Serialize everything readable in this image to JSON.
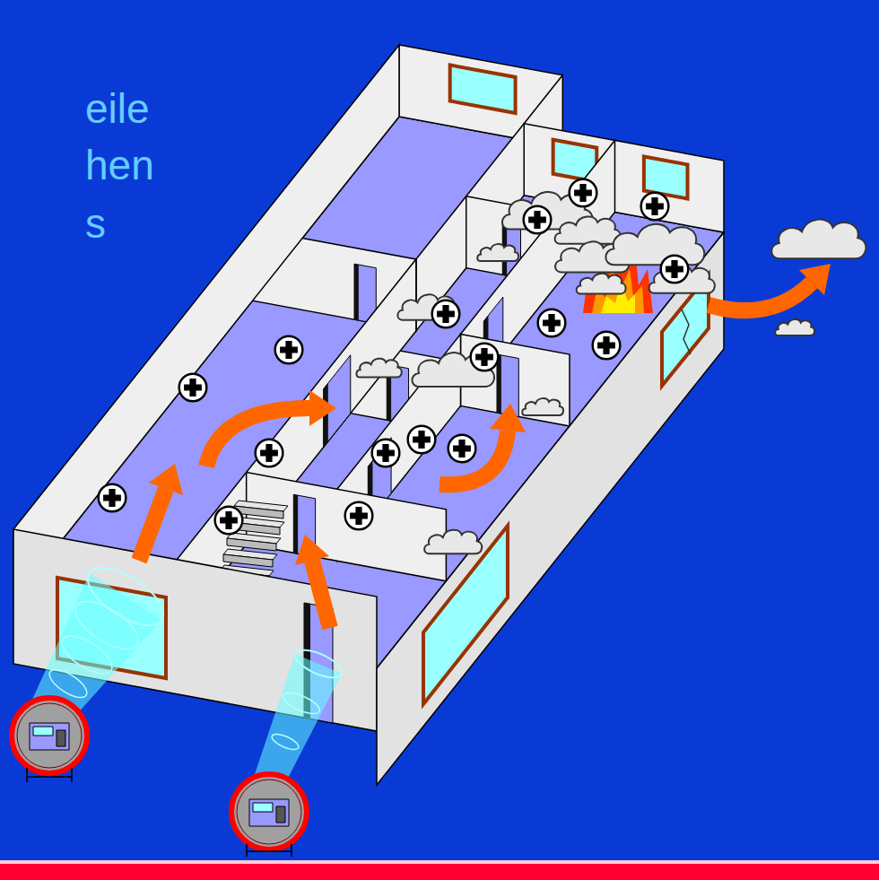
{
  "diagram": {
    "labels": [
      "eile",
      "hen",
      "s"
    ]
  }
}
